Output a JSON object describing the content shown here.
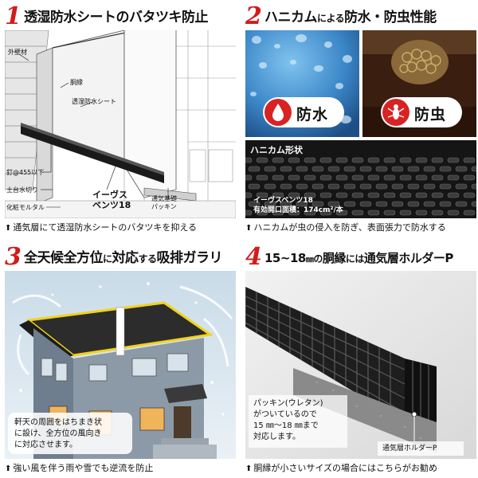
{
  "panels": [
    {
      "number": "1",
      "title": "透湿防水シートのバタツキ防止",
      "caption": "通気層にて透湿防水シートのバタツキを抑える",
      "labels": {
        "outer_wall": "外壁材",
        "furring": "胴縁",
        "membrane": "透湿防水シート",
        "nail": "釘@455以下",
        "sill_flashing": "土台水切り",
        "mortar": "化粧モルタル",
        "product_line1": "イーヴス",
        "product_line2": "ベンツ18",
        "packing_line1": "通気基礎",
        "packing_line2": "パッキン"
      }
    },
    {
      "number": "2",
      "title_a": "ハニカム",
      "title_b": "による",
      "title_c": "防水・防虫性能",
      "badge_water": "防水",
      "badge_insect": "防虫",
      "honeycomb_label": "ハニカム形状",
      "product_name": "イーヴスベンツ18",
      "opening_area": "有効開口面積：174cm²/本",
      "caption": "ハニカムが虫の侵入を防ぎ、表面張力で防水する"
    },
    {
      "number": "3",
      "title_a": "全天候全方位",
      "title_b": "に",
      "title_c": "対応",
      "title_d": "する",
      "title_e": "吸排ガラリ",
      "bubble_lines": [
        "軒天の周囲をはちまき状",
        "に設け、全方位の風向き",
        "に対応させます。"
      ],
      "caption": "強い風を伴う雨や雪でも逆流を防止"
    },
    {
      "number": "4",
      "title_a": "15~18",
      "title_b": "㎜",
      "title_c": "の",
      "title_d": "胴縁",
      "title_e": "には",
      "title_f": "通気層ホルダーP",
      "note_lines": [
        "パッキン(ウレタン)",
        "がついているので",
        "15 ㎜～18 ㎜まで",
        "対応します。"
      ],
      "holder_label": "通気層ホルダーP",
      "caption": "胴縁が小さいサイズの場合にはこちらがお勧め"
    }
  ],
  "arrow_glyph": "⬆",
  "colors": {
    "accent_red": "#d21c1c",
    "honeycomb_dark": "#1c1c1c",
    "house_yellow": "#f2d21a",
    "water_blue": "#3f8fd0"
  }
}
